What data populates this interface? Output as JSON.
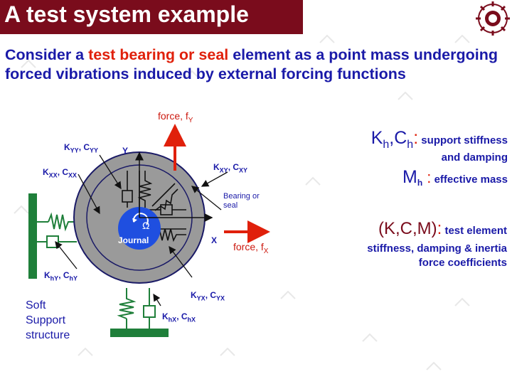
{
  "title": "A test system example",
  "intro": {
    "p1": "Consider a ",
    "p2": "test bearing or seal",
    "p3": " element as a point mass undergoing forced vibrations induced by external forcing functions"
  },
  "diagram": {
    "force_y": "force, f",
    "force_y_sub": "Y",
    "force_x": "force, f",
    "force_x_sub": "X",
    "axis_y": "Y",
    "axis_x": "X",
    "kyy": "K",
    "kyy_sub": "YY",
    "cyy": ", C",
    "cyy_sub": "YY",
    "kxx": "K",
    "kxx_sub": "XX",
    "cxx": ", C",
    "cxx_sub": "XX",
    "kxy": "K",
    "kxy_sub": "XY",
    "cxy": ", C",
    "cxy_sub": "XY",
    "kyx": "K",
    "kyx_sub": "YX",
    "cyx": ", C",
    "cyx_sub": "YX",
    "khy": "K",
    "khy_sub": "hY",
    "chy": ", C",
    "chy_sub": "hY",
    "khx": "K",
    "khx_sub": "hX",
    "chx": ", C",
    "chx_sub": "hX",
    "bearing1": "Bearing or",
    "bearing2": "seal",
    "journal": "Journal",
    "omega": "Ω",
    "soft1": "Soft",
    "soft2": "Support",
    "soft3": "structure"
  },
  "legend": {
    "khch": "K",
    "h1": "h",
    "comma": ",C",
    "h2": "h",
    "colon": ":",
    "ks_text1": " support stiffness",
    "ks_text2": "and damping",
    "mh": "M",
    "mh_sub": "h",
    "mh_colon": " :",
    "mh_text": " effective mass",
    "kcm": "(K,C,M)",
    "kcm_colon": ":",
    "kcm_text": " test element",
    "kcm_text2": "stiffness, damping & inertia",
    "kcm_text3": "force coefficients"
  },
  "colors": {
    "title_bg": "#7a0c1c",
    "text_blue": "#1a1aa8",
    "accent_red": "#e0200b",
    "housing": "#9a9a9a",
    "ground": "#1f7f3a",
    "journal": "#1f4fe0"
  }
}
